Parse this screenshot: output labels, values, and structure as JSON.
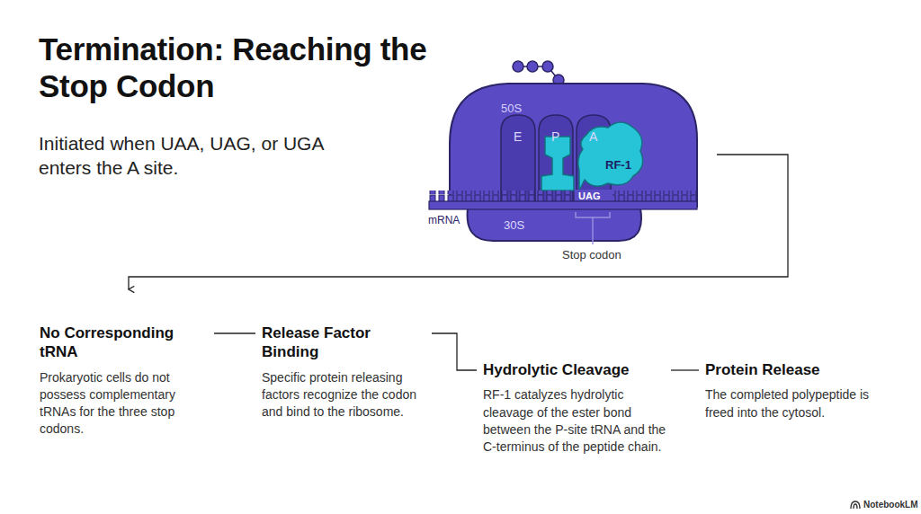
{
  "diagram": {
    "title": "Termination: Reaching the Stop Codon",
    "nodes": [
      {
        "text": [
          "No Corresponding tRNA",
          "Prokaryotic cells do not possess complementary tRNAs for the three stop codons."
        ]
      },
      {
        "text": [
          "Release Factor Binding",
          "Specific protein releasing factors recognize the codon and bind to the ribosome."
        ]
      },
      {
        "text": [
          "Hydrolytic Cleavage",
          "RF-1 catalyzes hydrolytic cleavage of the ester bond between the P-site tRNA and the C-terminus of the peptide chain."
        ]
      },
      {
        "text": [
          "Protein Release",
          "The completed polypeptide is freed into the cytosol."
        ]
      }
    ],
    "edges": [
      {
        "from": 0,
        "to": 1,
        "arrow": "none"
      },
      {
        "from": 1,
        "to": 2,
        "arrow": "none"
      },
      {
        "from": 2,
        "to": 3,
        "arrow": "none"
      }
    ],
    "labels": [
      "Initiated when UAA, UAG, or UGA enters the A site.",
      "50S",
      "E",
      "P",
      "A",
      "RF-1",
      "UAG",
      "mRNA",
      "30S",
      "Stop codon",
      "NotebookLM"
    ]
  }
}
